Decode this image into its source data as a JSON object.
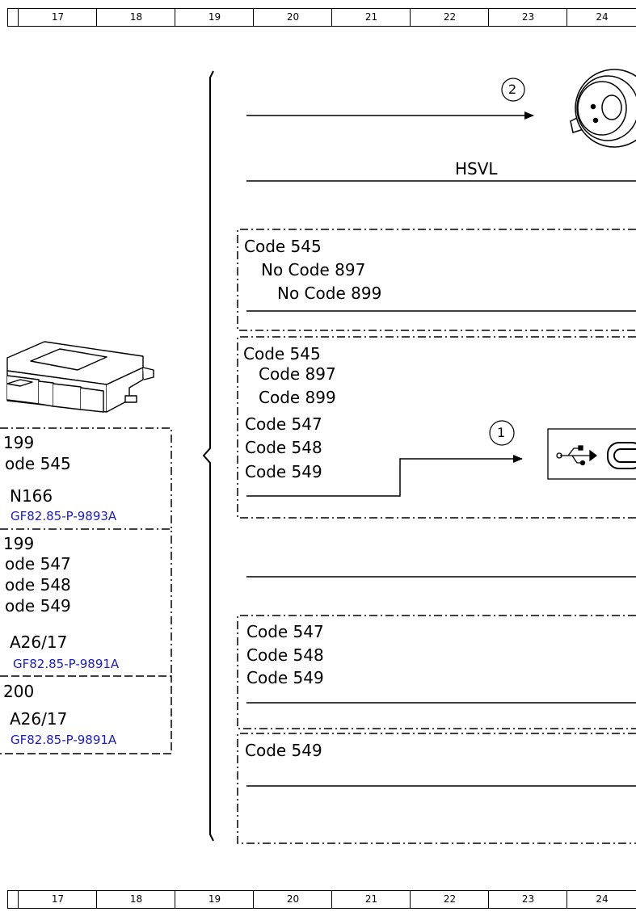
{
  "ruler": {
    "columns": [
      "17",
      "18",
      "19",
      "20",
      "21",
      "22",
      "23",
      "24"
    ]
  },
  "top": {
    "callout2": "2",
    "hsvl": "HSVL"
  },
  "box1": {
    "lines": [
      "Code 545",
      "No Code 897",
      "No Code 899"
    ]
  },
  "box2": {
    "lines": [
      "Code 545",
      "Code 897",
      "Code 899",
      "Code 547",
      "Code 548",
      "Code 549"
    ],
    "callout1": "1"
  },
  "box3": {
    "lines": [
      "Code 547",
      "Code 548",
      "Code 549"
    ]
  },
  "box4": {
    "lines": [
      "Code 549"
    ]
  },
  "left": {
    "a": {
      "l1": "199",
      "l2": "ode 545",
      "comp": "N166",
      "ref": "GF82.85-P-9893A"
    },
    "b": {
      "l1": "199",
      "l2": "ode 547",
      "l3": "ode 548",
      "l4": "ode 549",
      "comp": "A26/17",
      "ref": "GF82.85-P-9891A"
    },
    "c": {
      "l1": "200",
      "comp": "A26/17",
      "ref": "GF82.85-P-9891A"
    }
  },
  "colors": {
    "line": "#000000",
    "link": "#1a1acc"
  }
}
